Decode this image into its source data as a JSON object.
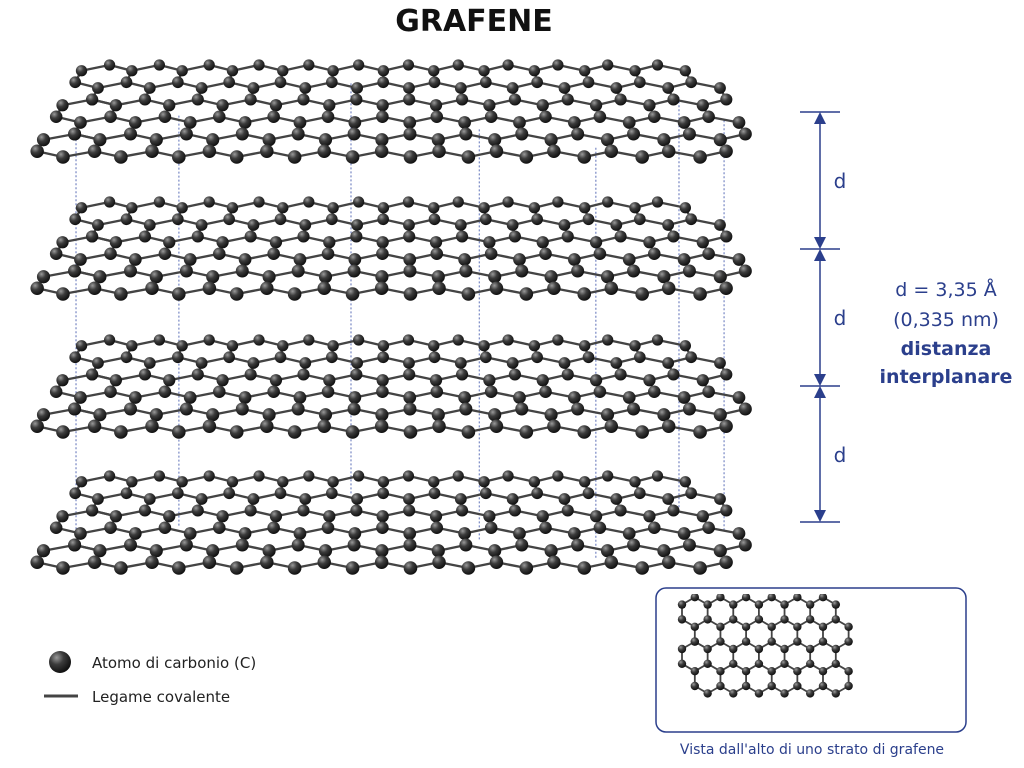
{
  "title": "GRAFENE",
  "spacing": {
    "label": "d",
    "value_line": "d = 3,35 Å",
    "nm_line": "(0,335 nm)",
    "desc_line1": "distanza",
    "desc_line2": "interplanare"
  },
  "legend": {
    "atom": "Atomo di carbonio (C)",
    "bond": "Legame covalente"
  },
  "inset": {
    "caption": "Vista dall'alto di uno strato di grafene"
  },
  "colors": {
    "accent": "#2b3f8c",
    "atom": "#333333",
    "bond": "#444444",
    "connector": "#4a5fb0"
  },
  "diagram": {
    "layer_count": 4,
    "gap_count": 3
  }
}
